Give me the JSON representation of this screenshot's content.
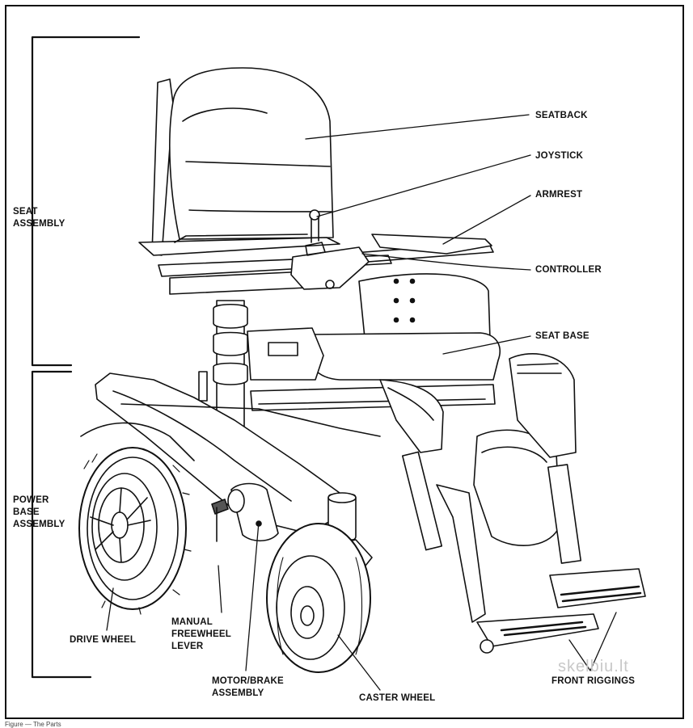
{
  "labels": {
    "seatback": "SEATBACK",
    "joystick": "JOYSTICK",
    "armrest": "ARMREST",
    "controller": "CONTROLLER",
    "seat_base": "SEAT BASE",
    "seat_assembly": "SEAT\nASSEMBLY",
    "power_base_assembly": "POWER\nBASE\nASSEMBLY",
    "drive_wheel": "DRIVE WHEEL",
    "manual_freewheel_lever": "MANUAL\nFREEWHEEL\nLEVER",
    "motor_brake_assembly": "MOTOR/BRAKE\nASSEMBLY",
    "caster_wheel": "CASTER WHEEL",
    "front_riggings": "FRONT RIGGINGS"
  },
  "caption": "Figure — The Parts",
  "watermark": "skelbiu.lt"
}
